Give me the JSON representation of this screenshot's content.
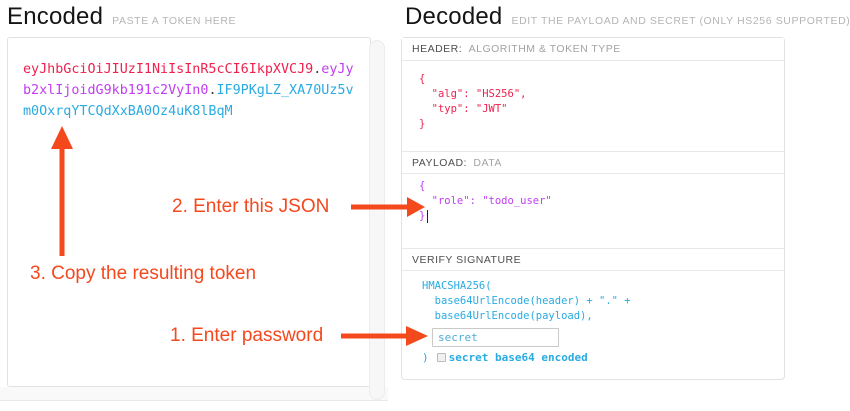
{
  "encoded": {
    "title": "Encoded",
    "subtitle": "PASTE A TOKEN HERE",
    "token_full": "eyJhbGciOiJIUzI1NiIsInR5cCI6IkpXVCJ9.eyJyb2xlIjoidG9kb191c2VyIn0.IF9PKgLZ_XA70Uz5vm0OxrqYTCQdXxBA0Oz4uK8lBqM",
    "token_lines": [
      [
        {
          "t": "eyJhbGciOiJIUzI1NiIsInR5cCI6IkpXVCJ9",
          "c": "header"
        },
        {
          "t": ".",
          "c": "dot"
        },
        {
          "t": "eyJy",
          "c": "payload"
        }
      ],
      [
        {
          "t": "b2xlIjoidG9kb191c2VyIn0",
          "c": "payload"
        },
        {
          "t": ".",
          "c": "dot"
        },
        {
          "t": "IF9PKgLZ_XA70Uz5v",
          "c": "sig"
        }
      ],
      [
        {
          "t": "m0OxrqYTCQdXxBA0Oz4uK8lBqM",
          "c": "sig"
        }
      ]
    ]
  },
  "decoded": {
    "title": "Decoded",
    "subtitle": "EDIT THE PAYLOAD AND SECRET (ONLY HS256 SUPPORTED)",
    "sections": {
      "header": {
        "label": "HEADER:",
        "sublabel": "ALGORITHM & TOKEN TYPE",
        "code": "{\n  \"alg\": \"HS256\",\n  \"typ\": \"JWT\"\n}"
      },
      "payload": {
        "label": "PAYLOAD:",
        "sublabel": "DATA",
        "code": "{\n  \"role\": \"todo_user\"\n}"
      },
      "verify": {
        "label": "VERIFY SIGNATURE",
        "code": "HMACSHA256(\n  base64UrlEncode(header) + \".\" +\n  base64UrlEncode(payload),",
        "secret_value": "secret",
        "close_paren": ")",
        "checkbox_label": "secret base64 encoded",
        "checkbox_checked": false
      }
    }
  },
  "annotations": {
    "step1": "1. Enter password",
    "step2": "2. Enter this JSON",
    "step3": "3. Copy the resulting token"
  },
  "colors": {
    "token_header": "#ee224e",
    "token_payload": "#c13df0",
    "token_signature": "#29abe2",
    "annotation": "#f4481d",
    "border": "#e2e2e2"
  }
}
